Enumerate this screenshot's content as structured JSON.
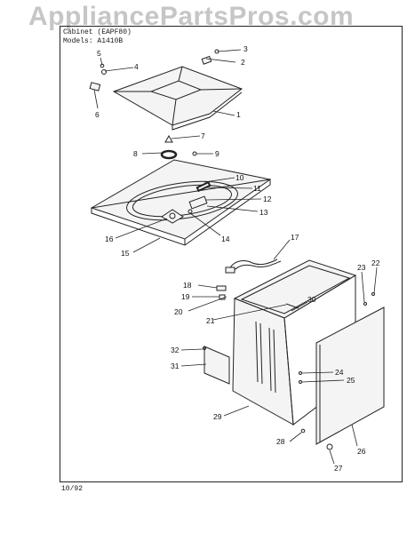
{
  "watermark": "AppliancePartsPros.com",
  "header": {
    "line1": "Cabinet (EAPF80)",
    "line2": "Models:   A1410B"
  },
  "footer": "10/92",
  "callouts": [
    "1",
    "2",
    "3",
    "4",
    "5",
    "6",
    "7",
    "8",
    "9",
    "10",
    "11",
    "12",
    "13",
    "14",
    "15",
    "16",
    "17",
    "18",
    "19",
    "20",
    "21",
    "22",
    "23",
    "24",
    "25",
    "26",
    "27",
    "28",
    "29",
    "30",
    "31",
    "32"
  ]
}
